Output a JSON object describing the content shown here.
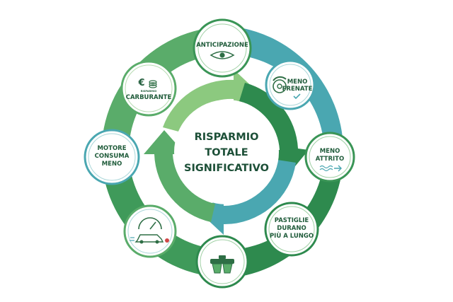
{
  "center": {
    "lines": [
      "RISPARMIO",
      "TOTALE",
      "SIGNIFICATIVO"
    ]
  },
  "nodes": {
    "anticipazione": {
      "lines": [
        "ANTICIPAZIONE"
      ],
      "icon": "eye-icon"
    },
    "meno_frenate": {
      "lines": [
        "MENO",
        "FRENATE"
      ],
      "icon": "brake-disc-icon"
    },
    "meno_attrito": {
      "lines": [
        "MENO",
        "ATTRITO"
      ],
      "icon": "wavy-arrow-icon"
    },
    "pastiglie": {
      "lines": [
        "PASTIGLIE",
        "DURANO",
        "PIÙ A LUNGO"
      ],
      "icon": ""
    },
    "brake_pads": {
      "lines": [],
      "icon": "brake-pads-icon"
    },
    "car_eco": {
      "lines": [],
      "icon": "car-speedometer-icon"
    },
    "motore": {
      "lines": [
        "MOTORE",
        "CONSUMA",
        "MENO"
      ],
      "icon": ""
    },
    "carburante": {
      "lines": [
        "RISPARMIO",
        "CARBURANTE"
      ],
      "icon": "euro-coins-icon"
    }
  },
  "colors": {
    "green_dark": "#2e8a4e",
    "green_mid": "#5aac6a",
    "green_light": "#8cc97f",
    "teal": "#4aa7b1",
    "teal_light": "#7cc3c5",
    "text_dark": "#1f5b3a",
    "node_ring": "#3a9556"
  }
}
